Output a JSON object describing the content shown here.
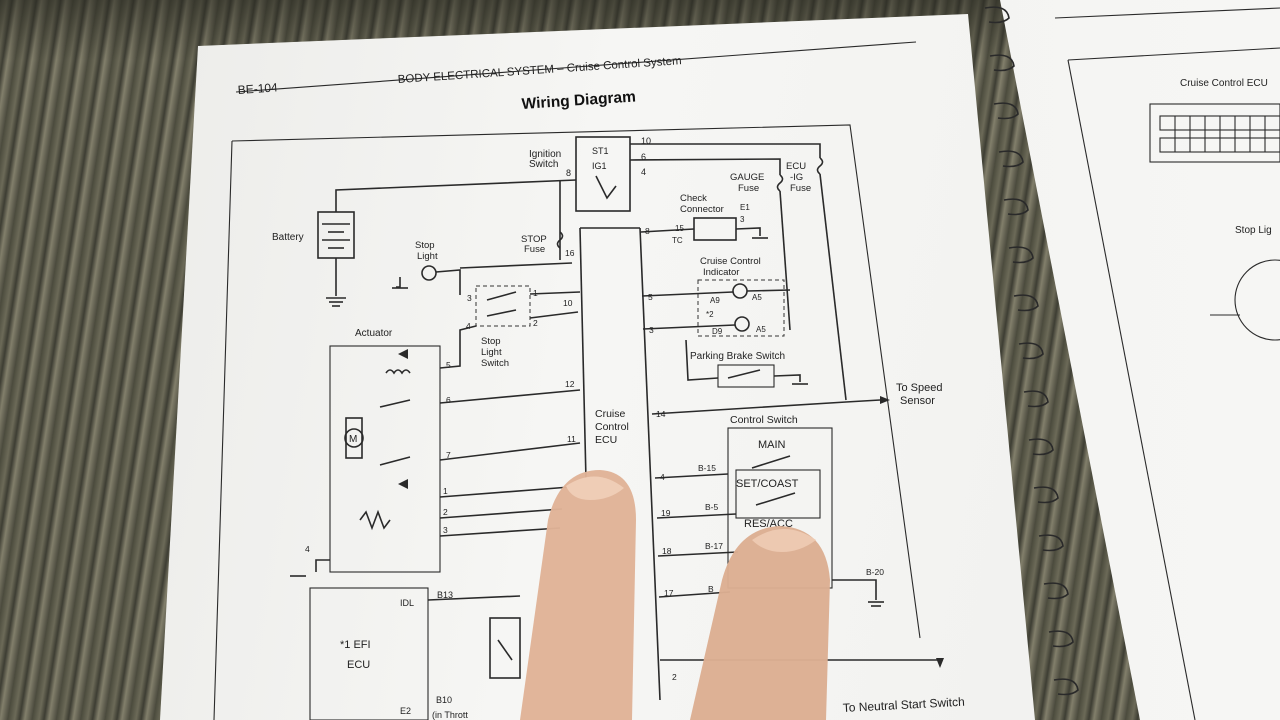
{
  "page": {
    "page_number": "BE-104",
    "running_header": "BODY ELECTRICAL SYSTEM – Cruise Control System",
    "title": "Wiring Diagram"
  },
  "components": {
    "battery": "Battery",
    "ignition_switch": [
      "Ignition",
      "Switch"
    ],
    "ignition_terminals": [
      "ST1",
      "IG1",
      "10",
      "6",
      "4",
      "8"
    ],
    "stop_fuse": [
      "STOP",
      "Fuse"
    ],
    "gauge_fuse": [
      "GAUGE",
      "Fuse"
    ],
    "ecu_ig_fuse": [
      "ECU",
      "-IG",
      "Fuse"
    ],
    "check_connector": [
      "Check",
      "Connector"
    ],
    "check_connector_pins": [
      "15",
      "E1",
      "TC",
      "3"
    ],
    "stop_light": [
      "Stop",
      "Light"
    ],
    "stop_light_switch": [
      "Stop",
      "Light",
      "Switch"
    ],
    "cruise_indicator": [
      "Cruise Control",
      "Indicator"
    ],
    "indicator_pins": [
      "A9",
      "A5",
      "*2",
      "D9",
      "A5"
    ],
    "parking_brake_switch": "Parking Brake Switch",
    "actuator": "Actuator",
    "actuator_motor": "M",
    "cruise_ecu": [
      "Cruise",
      "Control",
      "ECU"
    ],
    "to_speed_sensor": [
      "To Speed",
      "Sensor"
    ],
    "control_switch": "Control Switch",
    "control_switch_buttons": [
      "MAIN",
      "SET/COAST",
      "RES/ACC"
    ],
    "control_switch_pins": [
      "B-15",
      "B-5",
      "B-17",
      "B",
      "B-20"
    ],
    "efi_ecu": [
      "*1 EFI",
      "ECU"
    ],
    "efi_pins": [
      "IDL",
      "B13",
      "E2",
      "B10"
    ],
    "throttle_label": "(in Thrott",
    "to_neutral_start": "To Neutral Start Switch"
  },
  "pin_numbers": {
    "stop_switch_left": [
      "3",
      "4"
    ],
    "stop_switch_right": [
      "1",
      "2"
    ],
    "ecu_left": [
      "16",
      "10",
      "12",
      "11",
      "5",
      "6",
      "7",
      "1",
      "2",
      "3",
      "4"
    ],
    "ecu_right": [
      "8",
      "5",
      "3",
      "14",
      "4",
      "19",
      "18",
      "17",
      "2"
    ]
  },
  "right_page": {
    "header": "Cruise Control ECU",
    "stop_label": "Stop Lig"
  }
}
